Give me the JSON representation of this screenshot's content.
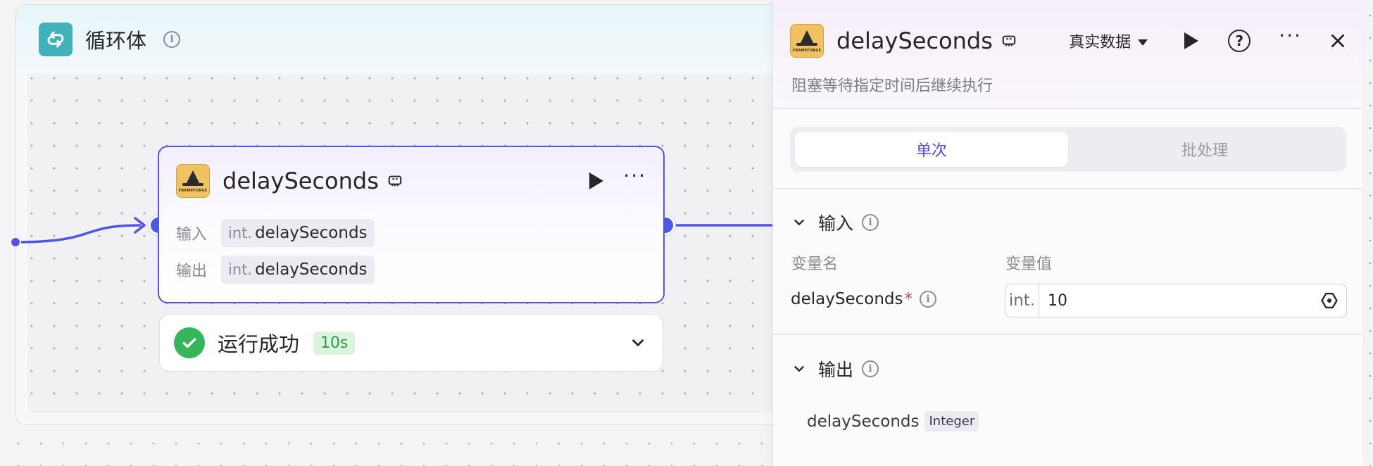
{
  "loop": {
    "title": "循环体",
    "icon": "loop-icon",
    "accent": "#40b2ba"
  },
  "node": {
    "title": "delaySeconds",
    "logo_text": "FRAMEFORGE",
    "input_label": "输入",
    "input_type": "int.",
    "input_var": "delaySeconds",
    "output_label": "输出",
    "output_type": "int.",
    "output_var": "delaySeconds",
    "accent": "#5155e6"
  },
  "status": {
    "text": "运行成功",
    "duration": "10s",
    "color": "#35b65a"
  },
  "panel": {
    "title": "delaySeconds",
    "logo_text": "FRAMEFORGE",
    "data_mode": "真实数据",
    "description": "阻塞等待指定时间后继续执行",
    "tabs": [
      {
        "label": "单次",
        "active": true
      },
      {
        "label": "批处理",
        "active": false
      }
    ],
    "input_section": {
      "title": "输入",
      "col_name": "变量名",
      "col_value": "变量值",
      "var_name": "delaySeconds",
      "required_mark": "*",
      "value_type": "int.",
      "value": "10"
    },
    "output_section": {
      "title": "输出",
      "var_name": "delaySeconds",
      "var_type": "Integer"
    }
  }
}
